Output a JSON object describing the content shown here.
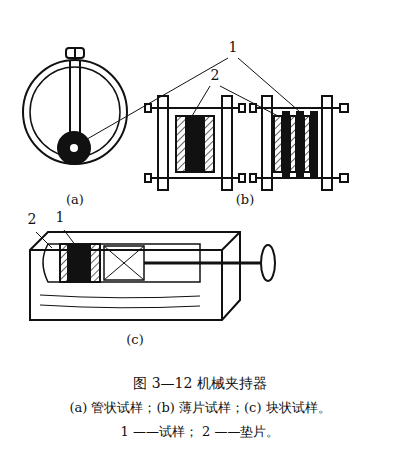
{
  "diagram": {
    "title": "图 3—12 机械夹持器",
    "caption": "(a) 管状试样；(b) 薄片试样；(c) 块状试样。",
    "labels": [
      "1",
      "2",
      "(a)",
      "(b)",
      "2",
      "1",
      "(c)",
      "1 ——试样；  2 ——垫片。"
    ]
  }
}
